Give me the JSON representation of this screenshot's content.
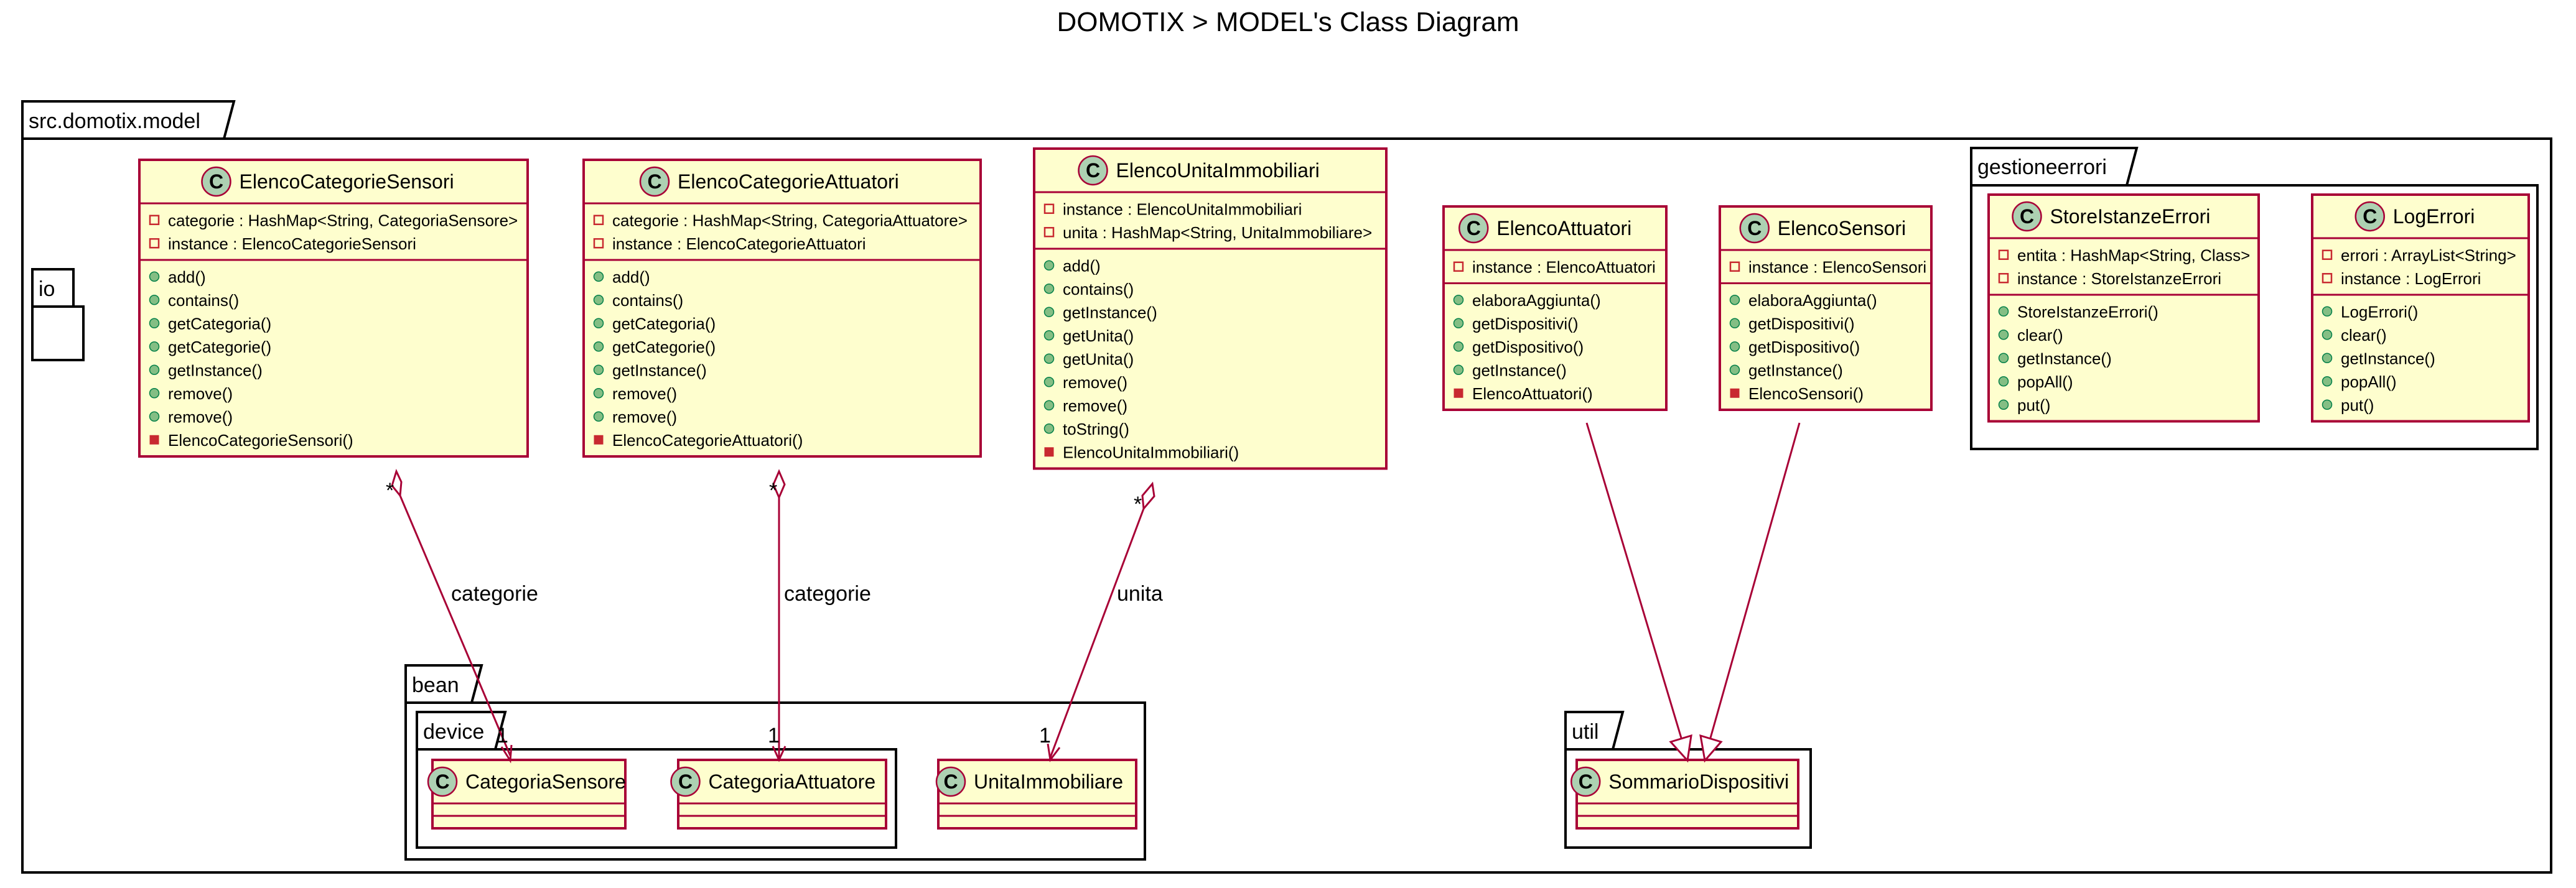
{
  "title": "DOMOTIX > MODEL's Class Diagram",
  "colors": {
    "class_fill": "#FEFECE",
    "class_border": "#A80036",
    "circle_fill": "#ADD1B2",
    "public_method": "#84BE84",
    "private_member": "#C82930",
    "package_border": "#000000"
  },
  "packages": {
    "model": "src.domotix.model",
    "io": "io",
    "bean": "bean",
    "device": "device",
    "util": "util",
    "gestioneerrori": "gestioneerrori"
  },
  "classes": {
    "elenco_categorie_sensori": {
      "name": "ElencoCategorieSensori",
      "attributes": [
        {
          "visibility": "private",
          "text": "categorie : HashMap<String, CategoriaSensore>"
        },
        {
          "visibility": "private",
          "text": "instance : ElencoCategorieSensori"
        }
      ],
      "methods": [
        {
          "visibility": "public",
          "text": "add()"
        },
        {
          "visibility": "public",
          "text": "contains()"
        },
        {
          "visibility": "public",
          "text": "getCategoria()"
        },
        {
          "visibility": "public",
          "text": "getCategorie()"
        },
        {
          "visibility": "public",
          "text": "getInstance()"
        },
        {
          "visibility": "public",
          "text": "remove()"
        },
        {
          "visibility": "public",
          "text": "remove()"
        },
        {
          "visibility": "private",
          "text": "ElencoCategorieSensori()"
        }
      ]
    },
    "elenco_categorie_attuatori": {
      "name": "ElencoCategorieAttuatori",
      "attributes": [
        {
          "visibility": "private",
          "text": "categorie : HashMap<String, CategoriaAttuatore>"
        },
        {
          "visibility": "private",
          "text": "instance : ElencoCategorieAttuatori"
        }
      ],
      "methods": [
        {
          "visibility": "public",
          "text": "add()"
        },
        {
          "visibility": "public",
          "text": "contains()"
        },
        {
          "visibility": "public",
          "text": "getCategoria()"
        },
        {
          "visibility": "public",
          "text": "getCategorie()"
        },
        {
          "visibility": "public",
          "text": "getInstance()"
        },
        {
          "visibility": "public",
          "text": "remove()"
        },
        {
          "visibility": "public",
          "text": "remove()"
        },
        {
          "visibility": "private",
          "text": "ElencoCategorieAttuatori()"
        }
      ]
    },
    "elenco_unita_immobiliari": {
      "name": "ElencoUnitaImmobiliari",
      "attributes": [
        {
          "visibility": "private",
          "text": "instance : ElencoUnitaImmobiliari"
        },
        {
          "visibility": "private",
          "text": "unita : HashMap<String, UnitaImmobiliare>"
        }
      ],
      "methods": [
        {
          "visibility": "public",
          "text": "add()"
        },
        {
          "visibility": "public",
          "text": "contains()"
        },
        {
          "visibility": "public",
          "text": "getInstance()"
        },
        {
          "visibility": "public",
          "text": "getUnita()"
        },
        {
          "visibility": "public",
          "text": "getUnita()"
        },
        {
          "visibility": "public",
          "text": "remove()"
        },
        {
          "visibility": "public",
          "text": "remove()"
        },
        {
          "visibility": "public",
          "text": "toString()"
        },
        {
          "visibility": "private",
          "text": "ElencoUnitaImmobiliari()"
        }
      ]
    },
    "elenco_attuatori": {
      "name": "ElencoAttuatori",
      "attributes": [
        {
          "visibility": "private",
          "text": "instance : ElencoAttuatori"
        }
      ],
      "methods": [
        {
          "visibility": "public",
          "text": "elaboraAggiunta()"
        },
        {
          "visibility": "public",
          "text": "getDispositivi()"
        },
        {
          "visibility": "public",
          "text": "getDispositivo()"
        },
        {
          "visibility": "public",
          "text": "getInstance()"
        },
        {
          "visibility": "private",
          "text": "ElencoAttuatori()"
        }
      ]
    },
    "elenco_sensori": {
      "name": "ElencoSensori",
      "attributes": [
        {
          "visibility": "private",
          "text": "instance : ElencoSensori"
        }
      ],
      "methods": [
        {
          "visibility": "public",
          "text": "elaboraAggiunta()"
        },
        {
          "visibility": "public",
          "text": "getDispositivi()"
        },
        {
          "visibility": "public",
          "text": "getDispositivo()"
        },
        {
          "visibility": "public",
          "text": "getInstance()"
        },
        {
          "visibility": "private",
          "text": "ElencoSensori()"
        }
      ]
    },
    "store_istanze_errori": {
      "name": "StoreIstanzeErrori",
      "attributes": [
        {
          "visibility": "private",
          "text": "entita : HashMap<String, Class>"
        },
        {
          "visibility": "private",
          "text": "instance : StoreIstanzeErrori"
        }
      ],
      "methods": [
        {
          "visibility": "public",
          "text": "StoreIstanzeErrori()"
        },
        {
          "visibility": "public",
          "text": "clear()"
        },
        {
          "visibility": "public",
          "text": "getInstance()"
        },
        {
          "visibility": "public",
          "text": "popAll()"
        },
        {
          "visibility": "public",
          "text": "put()"
        }
      ]
    },
    "log_errori": {
      "name": "LogErrori",
      "attributes": [
        {
          "visibility": "private",
          "text": "errori : ArrayList<String>"
        },
        {
          "visibility": "private",
          "text": "instance : LogErrori"
        }
      ],
      "methods": [
        {
          "visibility": "public",
          "text": "LogErrori()"
        },
        {
          "visibility": "public",
          "text": "clear()"
        },
        {
          "visibility": "public",
          "text": "getInstance()"
        },
        {
          "visibility": "public",
          "text": "popAll()"
        },
        {
          "visibility": "public",
          "text": "put()"
        }
      ]
    },
    "categoria_sensore": {
      "name": "CategoriaSensore",
      "attributes": [],
      "methods": []
    },
    "categoria_attuatore": {
      "name": "CategoriaAttuatore",
      "attributes": [],
      "methods": []
    },
    "unita_immobiliare": {
      "name": "UnitaImmobiliare",
      "attributes": [],
      "methods": []
    },
    "sommario_dispositivi": {
      "name": "SommarioDispositivi",
      "attributes": [],
      "methods": []
    }
  },
  "relations": [
    {
      "type": "aggregation",
      "from": "elenco_categorie_sensori",
      "to": "categoria_sensore",
      "label": "categorie",
      "from_mult": "*",
      "to_mult": "1"
    },
    {
      "type": "aggregation",
      "from": "elenco_categorie_attuatori",
      "to": "categoria_attuatore",
      "label": "categorie",
      "from_mult": "*",
      "to_mult": "1"
    },
    {
      "type": "aggregation",
      "from": "elenco_unita_immobiliari",
      "to": "unita_immobiliare",
      "label": "unita",
      "from_mult": "*",
      "to_mult": "1"
    },
    {
      "type": "realization",
      "from": "elenco_attuatori",
      "to": "sommario_dispositivi",
      "label": "",
      "from_mult": "",
      "to_mult": ""
    },
    {
      "type": "realization",
      "from": "elenco_sensori",
      "to": "sommario_dispositivi",
      "label": "",
      "from_mult": "",
      "to_mult": ""
    }
  ]
}
